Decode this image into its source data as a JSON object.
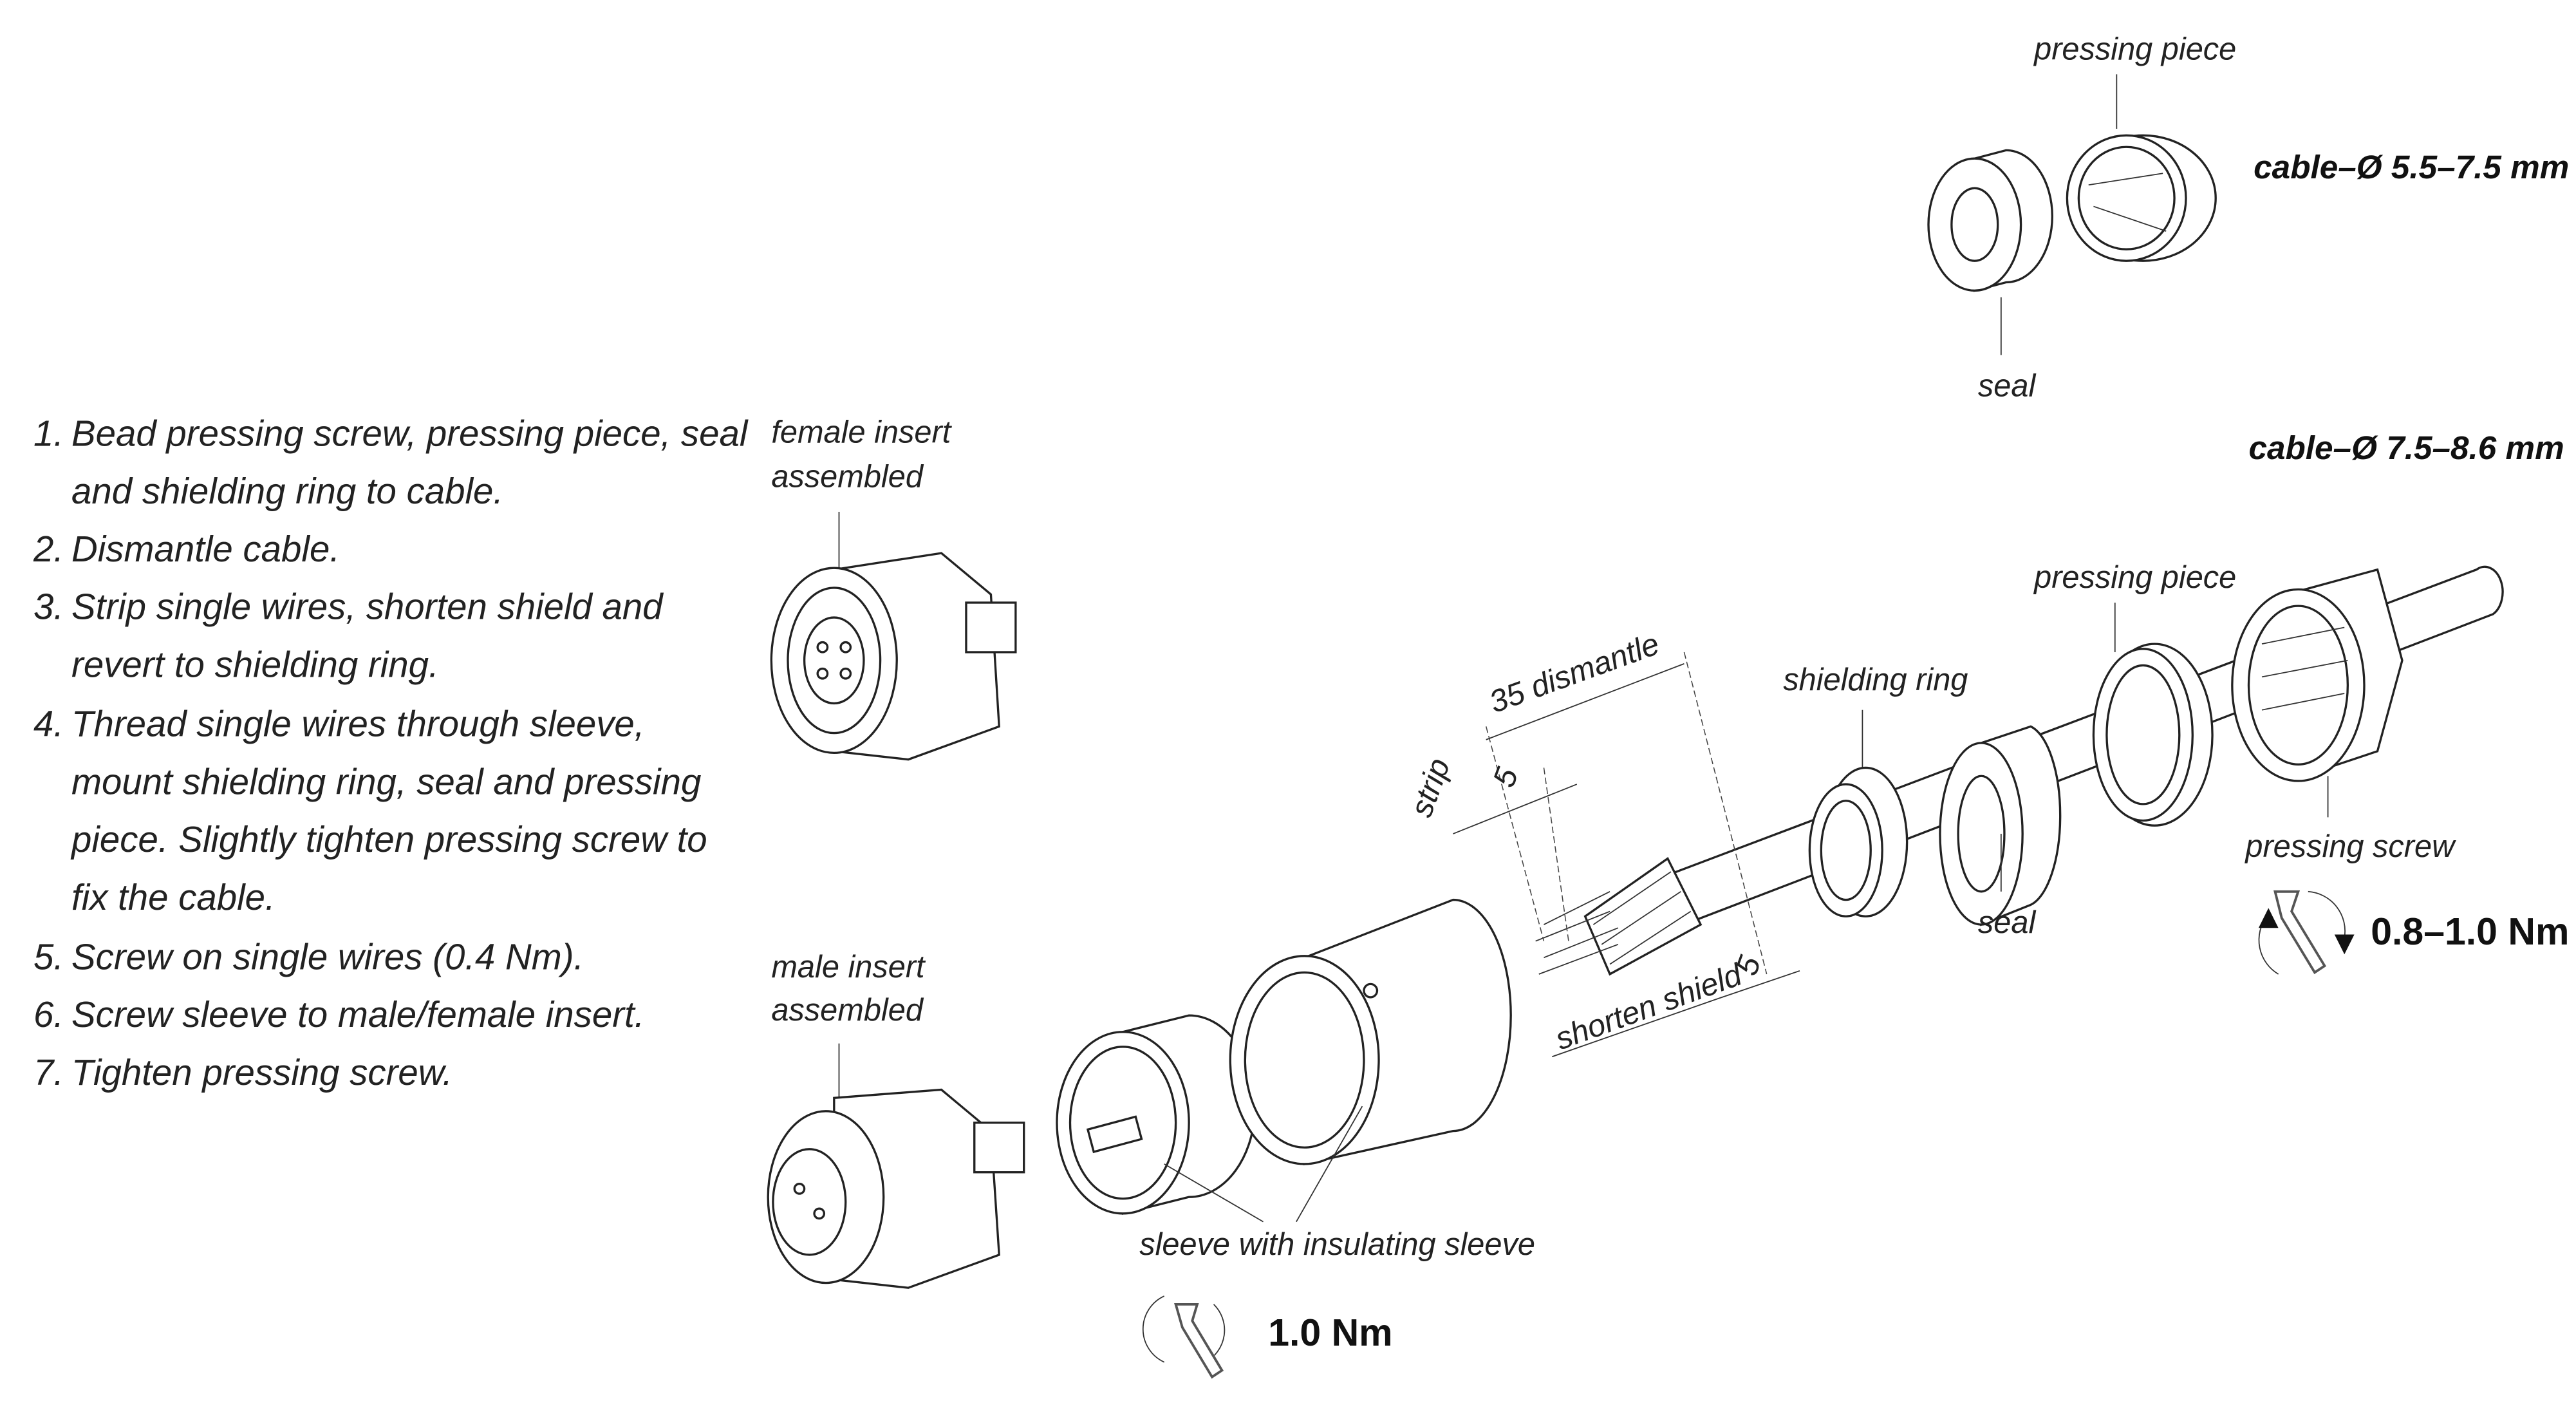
{
  "instructions": {
    "steps": [
      {
        "num": "1.",
        "lines": [
          "Bead pressing screw, pressing piece, seal",
          "and shielding ring to cable."
        ]
      },
      {
        "num": "2.",
        "lines": [
          "Dismantle cable."
        ]
      },
      {
        "num": "3.",
        "lines": [
          "Strip single wires, shorten shield and",
          "revert to shielding ring."
        ]
      },
      {
        "num": "4.",
        "lines": [
          "Thread single wires through sleeve,",
          "mount shielding ring, seal and pressing",
          "piece. Slightly tighten pressing screw to",
          "fix the cable."
        ]
      },
      {
        "num": "5.",
        "lines": [
          "Screw on single wires (0.4 Nm)."
        ]
      },
      {
        "num": "6.",
        "lines": [
          "Screw sleeve to male/female insert."
        ]
      },
      {
        "num": "7.",
        "lines": [
          "Tighten pressing screw."
        ]
      }
    ]
  },
  "labels": {
    "pressing_piece_top": "pressing piece",
    "seal_top": "seal",
    "cable_small": "cable–Ø 5.5–7.5 mm",
    "cable_large": "cable–Ø 7.5–8.6 mm",
    "female_insert": [
      "female insert",
      "assembled"
    ],
    "male_insert": [
      "male insert",
      "assembled"
    ],
    "pressing_piece": "pressing piece",
    "shielding_ring": "shielding ring",
    "seal": "seal",
    "pressing_screw": "pressing screw",
    "sleeve": "sleeve with insulating sleeve",
    "dismantle": "35  dismantle",
    "strip": "strip",
    "strip_value": "5",
    "shorten_shield": "shorten shield",
    "shorten_value": "5"
  },
  "torques": {
    "pressing_screw": "0.8–1.0 Nm",
    "sleeve": "1.0 Nm"
  },
  "icons": [
    "wrench-rotate-icon"
  ]
}
